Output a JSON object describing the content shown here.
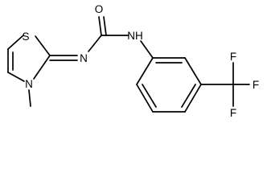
{
  "molecule": {
    "atoms": {
      "S": "S",
      "N_ring": "N",
      "methyl": "",
      "N_imine": "N",
      "O": "O",
      "NH": "NH",
      "F1": "F",
      "F2": "F",
      "F3": "F"
    }
  }
}
